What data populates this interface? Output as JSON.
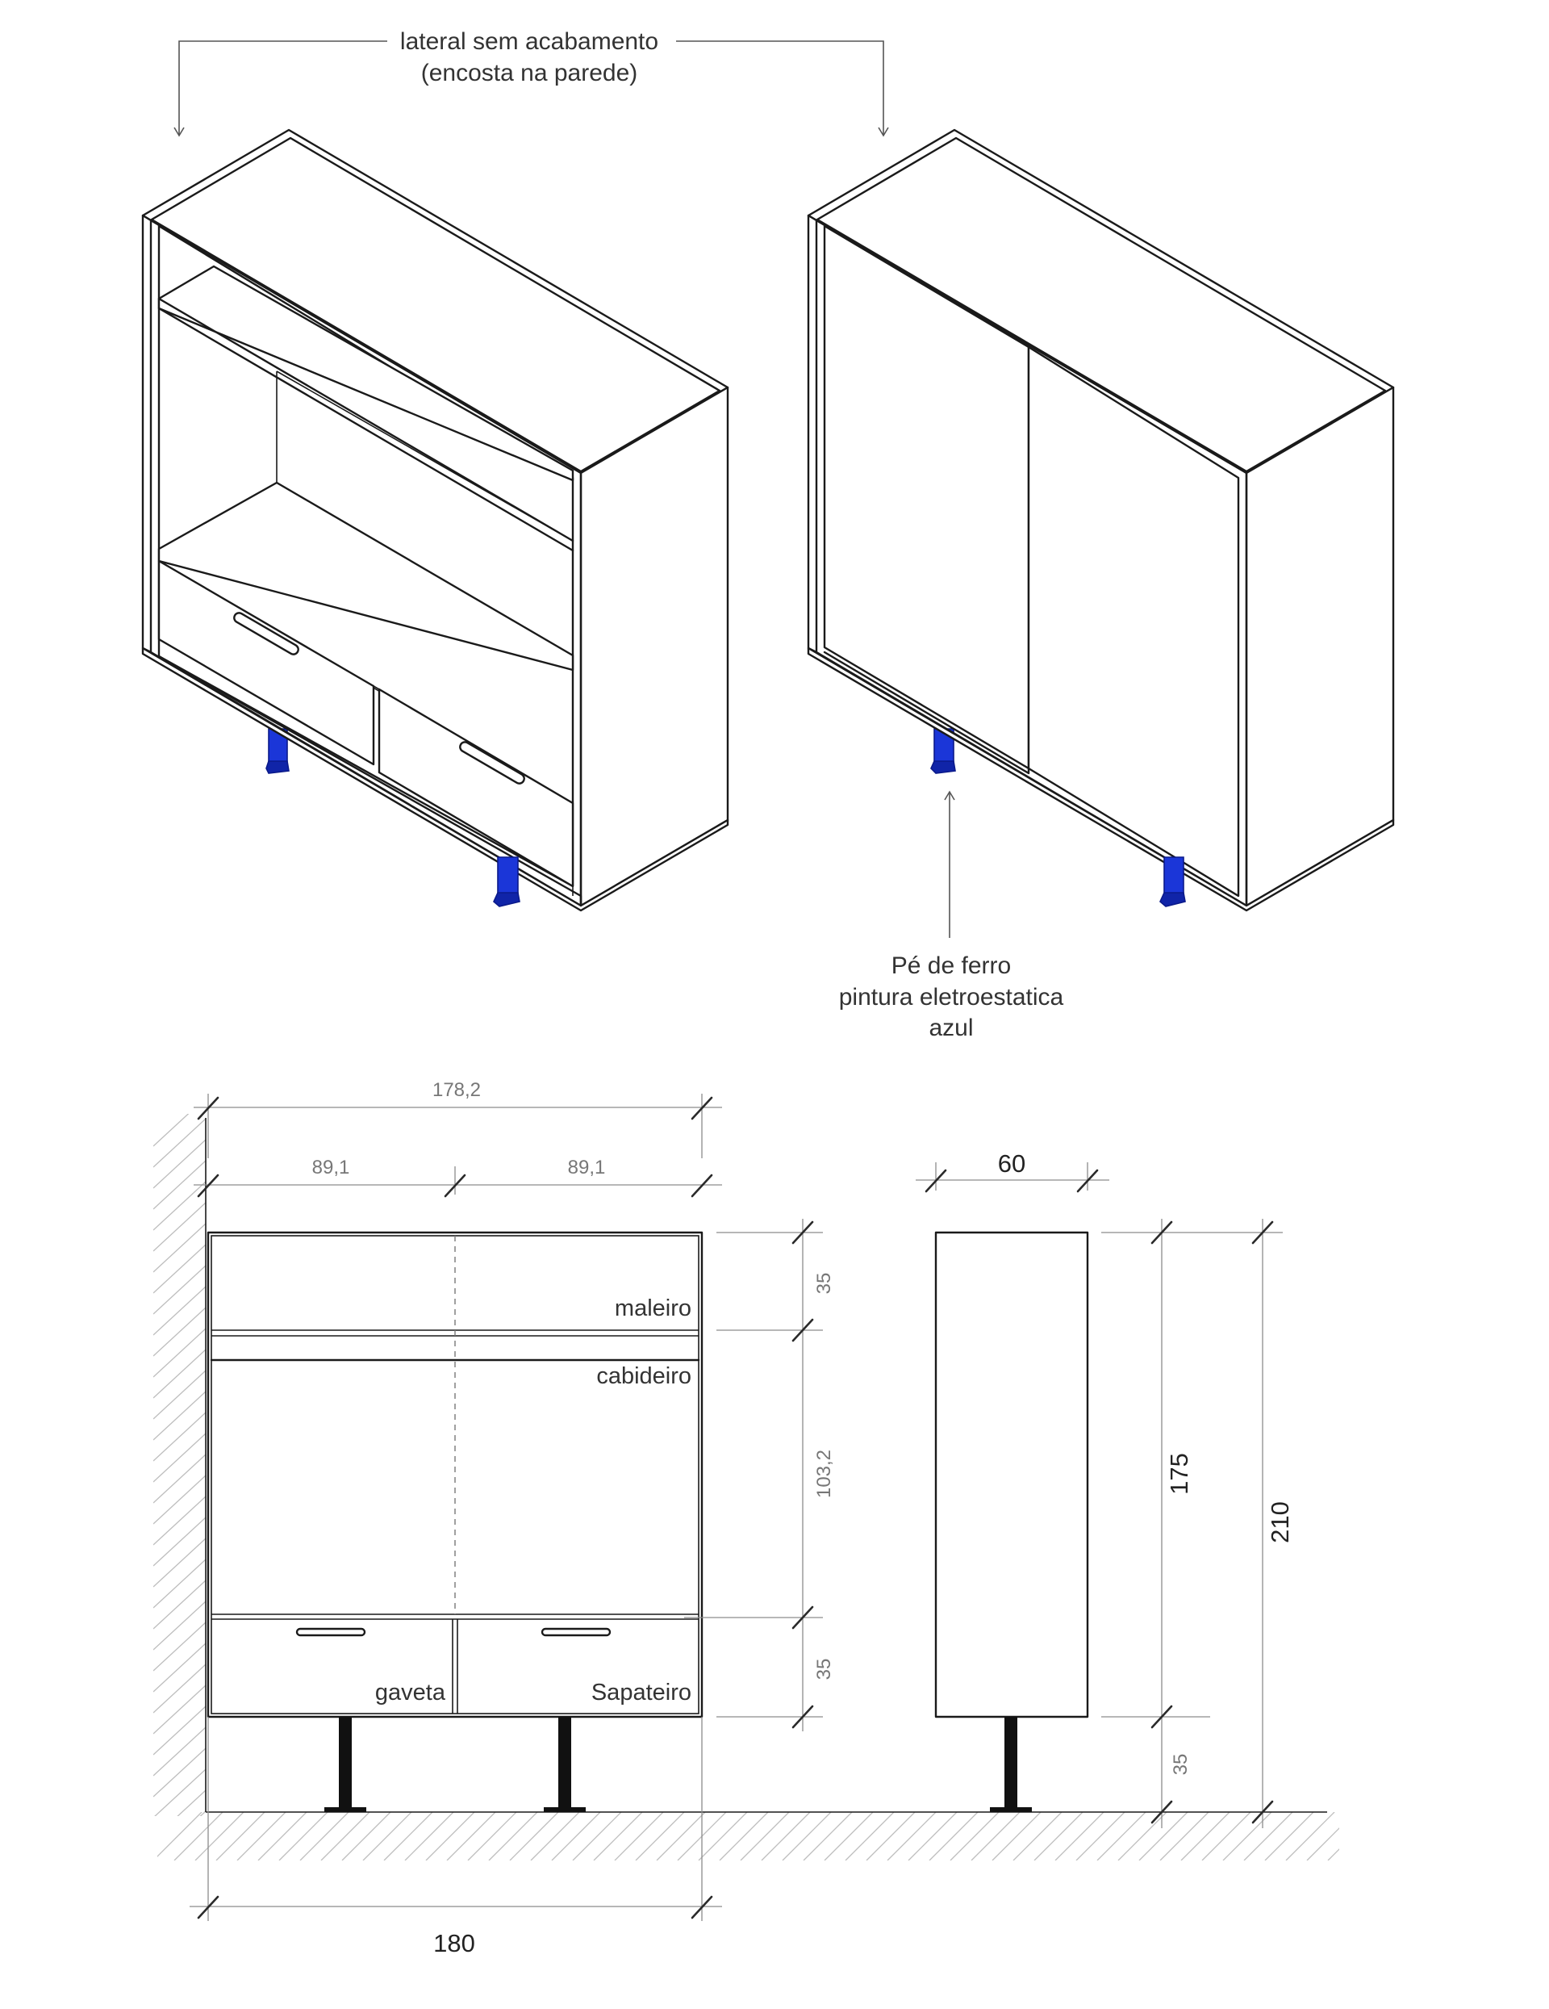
{
  "annotations": {
    "top_line1": "lateral sem acabamento",
    "top_line2": "(encosta na parede)",
    "leg_line1": "Pé de ferro",
    "leg_line2": "pintura eletroestatica",
    "leg_line3": "azul"
  },
  "front_view": {
    "total_width_top": "178,2",
    "half_left": "89,1",
    "half_right": "89,1",
    "total_width_bottom": "180",
    "sections": {
      "maleiro": "maleiro",
      "cabideiro": "cabideiro",
      "gaveta": "gaveta",
      "sapateiro": "Sapateiro"
    },
    "heights": {
      "top": "35",
      "middle": "103,2",
      "bottom": "35"
    }
  },
  "side_view": {
    "depth": "60",
    "body_height": "175",
    "total_height": "210",
    "leg_height": "35"
  },
  "colors": {
    "leg_blue": "#1b36d8",
    "line": "#1a1a1a",
    "dimension": "#8c8c8c"
  }
}
